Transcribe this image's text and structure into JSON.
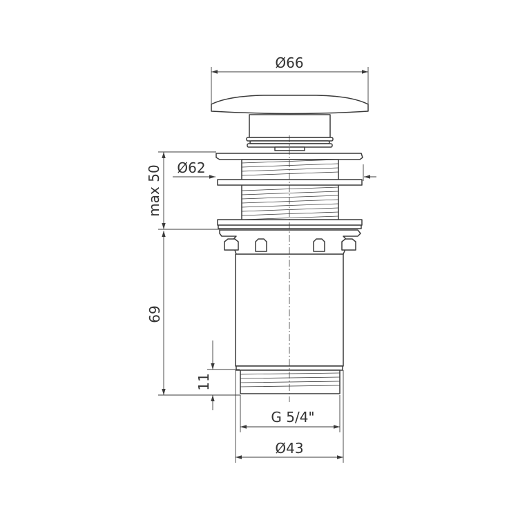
{
  "drawing": {
    "dimensions": {
      "cap_diameter": "Ø66",
      "flange_diameter": "Ø62",
      "clamp_range": "max 50",
      "body_length": "69",
      "thread_length": "11",
      "thread_size": "G 5/4\"",
      "body_diameter": "Ø43"
    },
    "line_color": "#3a3a3a",
    "background": "#ffffff"
  }
}
